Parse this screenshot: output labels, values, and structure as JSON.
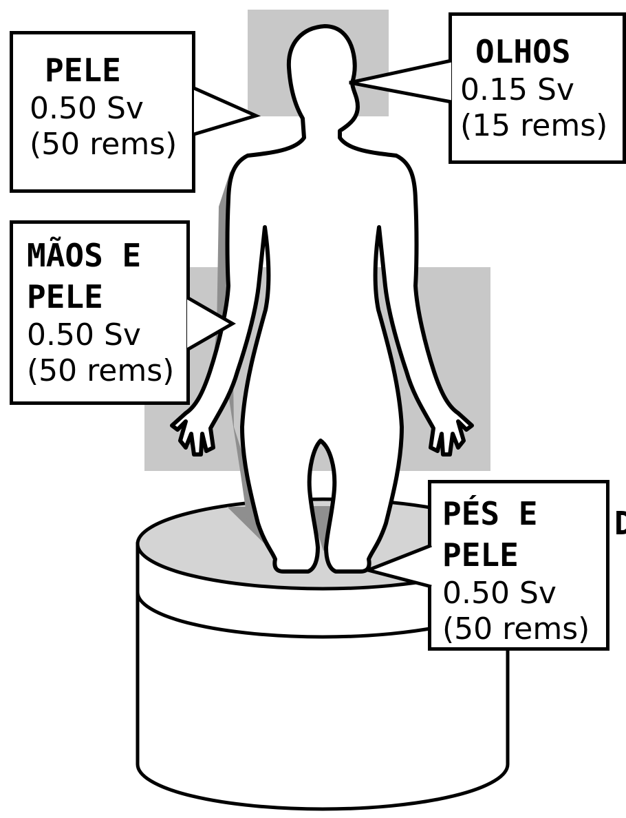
{
  "callouts": {
    "pele": {
      "title": "PELE",
      "value": "0.50 Sv",
      "alt": "(50 rems)"
    },
    "olhos": {
      "title": "OLHOS",
      "value": "0.15 Sv",
      "alt": "(15 rems)"
    },
    "maos": {
      "title_line1": "MÃOS E",
      "title_line2": "PELE",
      "value": "0.50 Sv",
      "alt": "(50 rems)"
    },
    "pes": {
      "title_line1": "PÉS E",
      "title_line2": "PELE",
      "value": "0.50 Sv",
      "alt": "(50 rems)"
    }
  },
  "edge_text": "D",
  "colors": {
    "shade": "#c8c8c8",
    "platform_top": "#d4d4d4",
    "shadow": "#8f8f8f",
    "outline": "#000000"
  }
}
